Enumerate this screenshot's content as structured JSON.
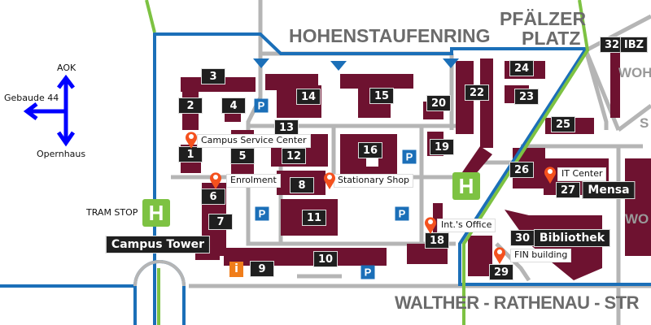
{
  "colors": {
    "building": "#6e1230",
    "road": "#b5b5b5",
    "bus_route": "#1b6fb8",
    "tram_line": "#7dc242",
    "pin": "#f4511e",
    "parking": "#1b6fb8",
    "info": "#f07d1a",
    "compass_arrow": "#0000ff"
  },
  "streets": {
    "north": "HOHENSTAUFENRING",
    "square_line1": "PFÄLZER",
    "square_line2": "PLATZ",
    "south": "WALTHER - RATHENAU - STR",
    "east_top": "WOH",
    "east_mid": "S",
    "east_bottom": "WO"
  },
  "compass": {
    "north": "AOK",
    "west": "Gebaude 44",
    "south": "Opernhaus"
  },
  "tram": {
    "label": "TRAM STOP",
    "symbol": "H"
  },
  "parking_symbol": "P",
  "info_symbol": "i",
  "buildings": {
    "b1": "1",
    "b2": "2",
    "b3": "3",
    "b4": "4",
    "b5": "5",
    "b6": "6",
    "b7": "7",
    "b8": "8",
    "b9": "9",
    "b10": "10",
    "b11": "11",
    "b12": "12",
    "b13": "13",
    "b14": "14",
    "b15": "15",
    "b16": "16",
    "b18": "18",
    "b19": "19",
    "b20": "20",
    "b22": "22",
    "b23": "23",
    "b24": "24",
    "b25": "25",
    "b26": "26",
    "b27": "27",
    "b29": "29",
    "b30": "30",
    "b32": "32",
    "ibz": "IBZ",
    "mensa": "Mensa",
    "bibliothek": "Bibliothek",
    "campus_tower": "Campus Tower"
  },
  "pois": [
    {
      "label": "Campus Service Center",
      "icon": "map-pin-icon"
    },
    {
      "label": "Enrolment",
      "icon": "map-pin-icon"
    },
    {
      "label": "Stationary Shop",
      "icon": "map-pin-icon"
    },
    {
      "label": "Int.'s Office",
      "icon": "map-pin-icon"
    },
    {
      "label": "IT Center",
      "icon": "map-pin-icon"
    },
    {
      "label": "FIN building",
      "icon": "map-pin-icon"
    }
  ]
}
